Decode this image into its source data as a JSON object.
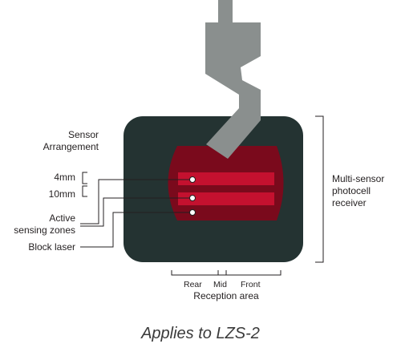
{
  "labels": {
    "sensor_arrangement_line1": "Sensor",
    "sensor_arrangement_line2": "Arrangement",
    "zone_4mm": "4mm",
    "zone_10mm": "10mm",
    "active_zones_line1": "Active",
    "active_zones_line2": "sensing zones",
    "block_laser": "Block laser",
    "receiver_line1": "Multi-sensor",
    "receiver_line2": "photocell",
    "receiver_line3": "receiver",
    "rear": "Rear",
    "mid": "Mid",
    "front": "Front",
    "reception_area": "Reception area"
  },
  "caption": "Applies to LZS-2",
  "colors": {
    "housing": "#243332",
    "window": "#7a0a1c",
    "sensor_strip": "#c4112f",
    "beam": "#8a8f8e",
    "line": "#231f20"
  }
}
